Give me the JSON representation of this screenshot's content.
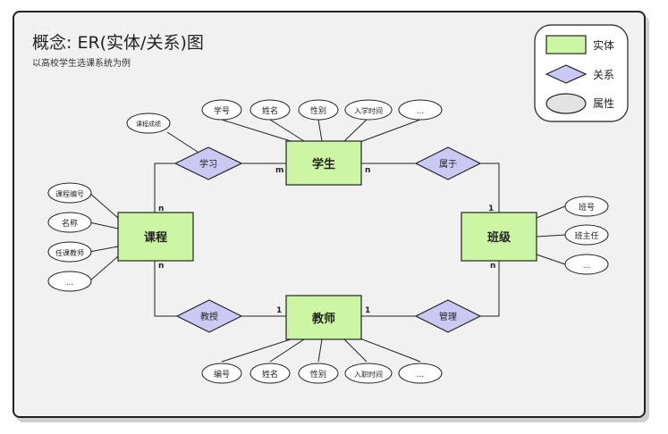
{
  "title": "概念: ER(实体/关系)图",
  "subtitle": "以高校学生选课系统为例",
  "legend": {
    "entity": "实体",
    "relationship": "关系",
    "attribute": "属性"
  },
  "entities": {
    "student": "学生",
    "course": "课程",
    "class": "班级",
    "teacher": "教师"
  },
  "relationships": {
    "study": "学习",
    "belong": "属于",
    "teach": "教授",
    "manage": "管理"
  },
  "attributes": {
    "student": [
      "学号",
      "姓名",
      "性别",
      "入学时间",
      "..."
    ],
    "course": [
      "课程编号",
      "名称",
      "任课教师",
      "..."
    ],
    "class": [
      "班号",
      "班主任",
      "..."
    ],
    "teacher": [
      "编号",
      "姓名",
      "性别",
      "入职时间",
      "..."
    ],
    "study": [
      "课程成绩"
    ]
  },
  "cardinality": {
    "study_student": "m",
    "study_course": "n",
    "belong_student": "n",
    "belong_class": "1",
    "teach_course": "n",
    "teach_teacher": "1",
    "manage_teacher": "1",
    "manage_class": "n"
  },
  "colors": {
    "entity_fill": "#ccf5a4",
    "relationship_fill": "#c9c9f4",
    "attribute_fill": "#ffffff",
    "legend_attribute_fill": "#e3e3e3",
    "background": "#f1f1f1",
    "stroke": "#222222"
  }
}
